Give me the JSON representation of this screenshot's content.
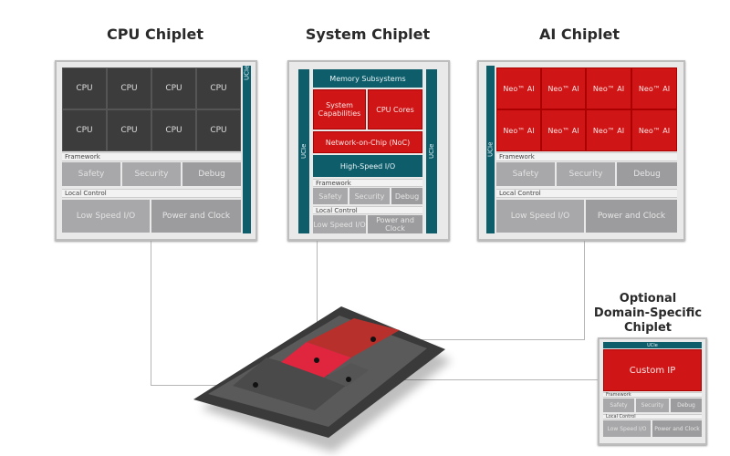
{
  "titles": {
    "cpu": "CPU Chiplet",
    "system": "System Chiplet",
    "ai": "AI Chiplet",
    "optional": [
      "Optional",
      "Domain-Specific",
      "Chiplet"
    ]
  },
  "cpu_chiplet": {
    "cores": [
      "CPU",
      "CPU",
      "CPU",
      "CPU",
      "CPU",
      "CPU",
      "CPU",
      "CPU"
    ],
    "framework_label": "Framework",
    "framework": [
      "Safety",
      "Security",
      "Debug"
    ],
    "local_control_label": "Local Control",
    "local_control": [
      "Low Speed I/O",
      "Power and Clock"
    ],
    "ucie": "UCIe"
  },
  "system_chiplet": {
    "memory": "Memory Subsystems",
    "system_capabilities": "System Capabilities",
    "cpu_cores": "CPU Cores",
    "noc": "Network-on-Chip (NoC)",
    "hsio": "High-Speed I/O",
    "framework_label": "Framework",
    "framework": [
      "Safety",
      "Security",
      "Debug"
    ],
    "local_control_label": "Local Control",
    "local_control": [
      "Low Speed I/O",
      "Power and Clock"
    ],
    "ucie_left": "UCIe",
    "ucie_right": "UCIe"
  },
  "ai_chiplet": {
    "cores": [
      "Neo™ AI",
      "Neo™ AI",
      "Neo™ AI",
      "Neo™ AI",
      "Neo™ AI",
      "Neo™ AI",
      "Neo™ AI",
      "Neo™ AI"
    ],
    "framework_label": "Framework",
    "framework": [
      "Safety",
      "Security",
      "Debug"
    ],
    "local_control_label": "Local Control",
    "local_control": [
      "Low Speed I/O",
      "Power and Clock"
    ],
    "ucie": "UCIe"
  },
  "optional_chiplet": {
    "ucie": "UCIe",
    "custom_ip": "Custom IP",
    "framework_label": "Framework",
    "framework": [
      "Safety",
      "Security",
      "Debug"
    ],
    "local_control_label": "Local Control",
    "local_control": [
      "Low Speed I/O",
      "Power and Clock"
    ]
  },
  "colors": {
    "teal": "#0e5d6b",
    "red": "#cf1515",
    "dark": "#3c3c3c",
    "gray": "#a8a8aa"
  }
}
